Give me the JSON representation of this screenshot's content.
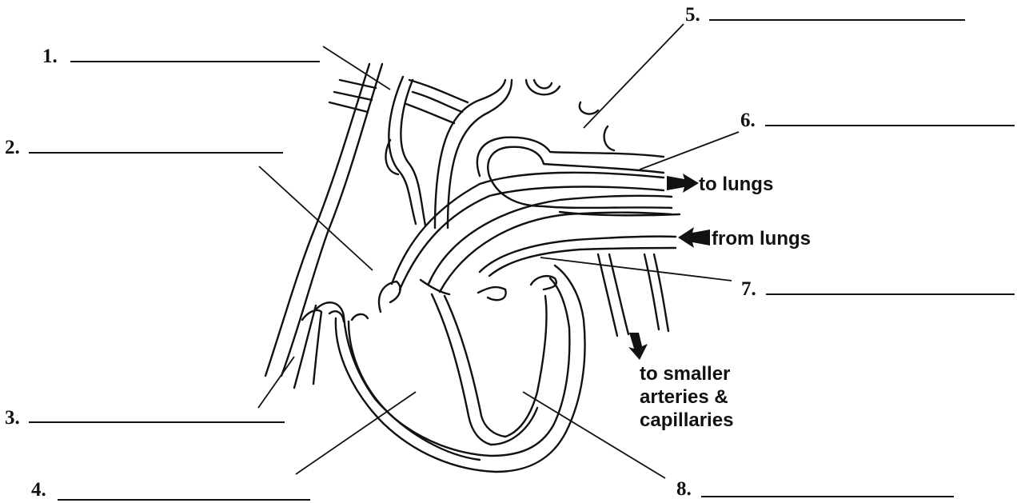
{
  "labels": [
    {
      "number": "1.",
      "answer": ""
    },
    {
      "number": "2.",
      "answer": ""
    },
    {
      "number": "3.",
      "answer": ""
    },
    {
      "number": "4.",
      "answer": ""
    },
    {
      "number": "5.",
      "answer": ""
    },
    {
      "number": "6.",
      "answer": ""
    },
    {
      "number": "7.",
      "answer": ""
    },
    {
      "number": "8.",
      "answer": ""
    }
  ],
  "annotations": {
    "to_lungs": "to lungs",
    "from_lungs": "from lungs",
    "to_smaller_1": "to smaller",
    "to_smaller_2": "arteries &",
    "to_smaller_3": "capillaries"
  },
  "colors": {
    "ink": "#111111",
    "background": "#ffffff"
  }
}
